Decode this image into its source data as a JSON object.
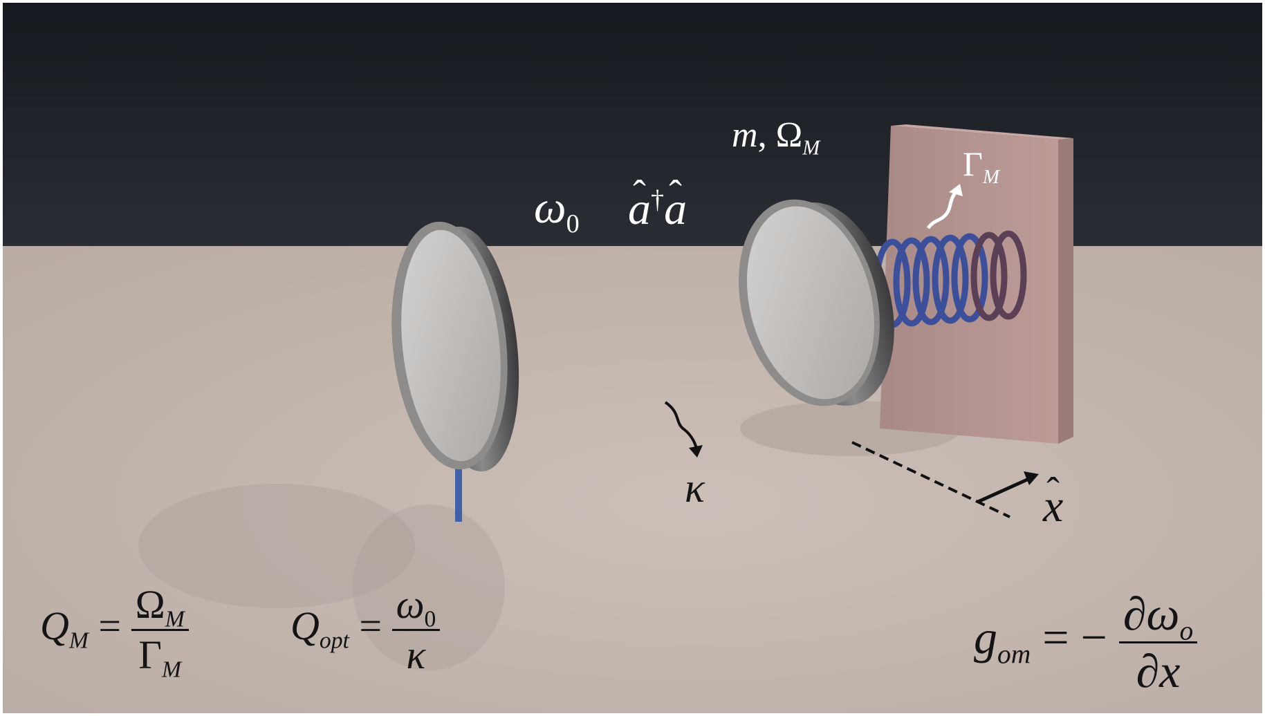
{
  "labels": {
    "omega0": {
      "sym": "ω",
      "sub": "0"
    },
    "adag_a": {
      "a1": "a",
      "dagger": "†",
      "a2": "a"
    },
    "mass_freq": {
      "m": "m",
      "comma": ",",
      "Omega": "Ω",
      "sub": "M"
    },
    "gamma_m": {
      "Gamma": "Γ",
      "sub": "M"
    },
    "kappa": "κ",
    "x_hat": "x"
  },
  "equations": {
    "qm": {
      "Q": "Q",
      "Qsub": "M",
      "eq": "=",
      "num": "Ω",
      "numsub": "M",
      "den": "Γ",
      "densub": "M"
    },
    "qopt": {
      "Q": "Q",
      "Qsub": "opt",
      "eq": "=",
      "num": "ω",
      "numsub": "0",
      "den": "κ"
    },
    "gom": {
      "g": "g",
      "gsub": "om",
      "eq": "= −",
      "num_d": "∂",
      "num_w": "ω",
      "num_sub": "o",
      "den_d": "∂",
      "den_x": "x"
    }
  },
  "colors": {
    "background_top": "#1c1f24",
    "floor": "#c4b8b0",
    "mirror_rim": "#4e4e50",
    "mirror_face": "#b8b6b4",
    "spring": "#3b4f9a",
    "wall": "#b59692",
    "post": "#4060a8"
  }
}
